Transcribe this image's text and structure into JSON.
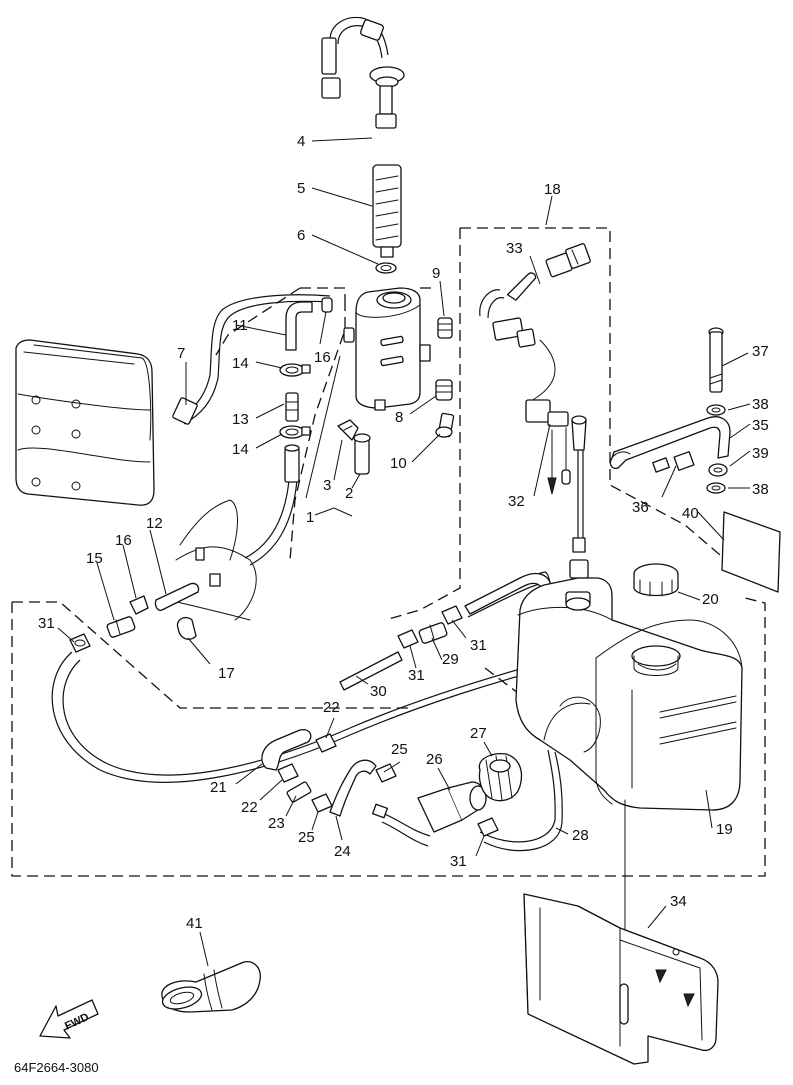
{
  "diagram": {
    "catalog_code": "64F2664-3080",
    "fwd_label": "FWD",
    "callouts": [
      {
        "label": "1"
      },
      {
        "label": "2"
      },
      {
        "label": "3"
      },
      {
        "label": "4"
      },
      {
        "label": "5"
      },
      {
        "label": "6"
      },
      {
        "label": "7"
      },
      {
        "label": "8"
      },
      {
        "label": "9"
      },
      {
        "label": "10"
      },
      {
        "label": "11"
      },
      {
        "label": "12"
      },
      {
        "label": "13"
      },
      {
        "label": "14"
      },
      {
        "label": "14"
      },
      {
        "label": "15"
      },
      {
        "label": "16"
      },
      {
        "label": "16"
      },
      {
        "label": "17"
      },
      {
        "label": "18"
      },
      {
        "label": "19"
      },
      {
        "label": "20"
      },
      {
        "label": "21"
      },
      {
        "label": "22"
      },
      {
        "label": "22"
      },
      {
        "label": "23"
      },
      {
        "label": "24"
      },
      {
        "label": "25"
      },
      {
        "label": "25"
      },
      {
        "label": "26"
      },
      {
        "label": "27"
      },
      {
        "label": "28"
      },
      {
        "label": "29"
      },
      {
        "label": "30"
      },
      {
        "label": "31"
      },
      {
        "label": "31"
      },
      {
        "label": "31"
      },
      {
        "label": "31"
      },
      {
        "label": "32"
      },
      {
        "label": "33"
      },
      {
        "label": "34"
      },
      {
        "label": "35"
      },
      {
        "label": "36"
      },
      {
        "label": "37"
      },
      {
        "label": "38"
      },
      {
        "label": "38"
      },
      {
        "label": "39"
      },
      {
        "label": "40"
      },
      {
        "label": "41"
      }
    ]
  }
}
